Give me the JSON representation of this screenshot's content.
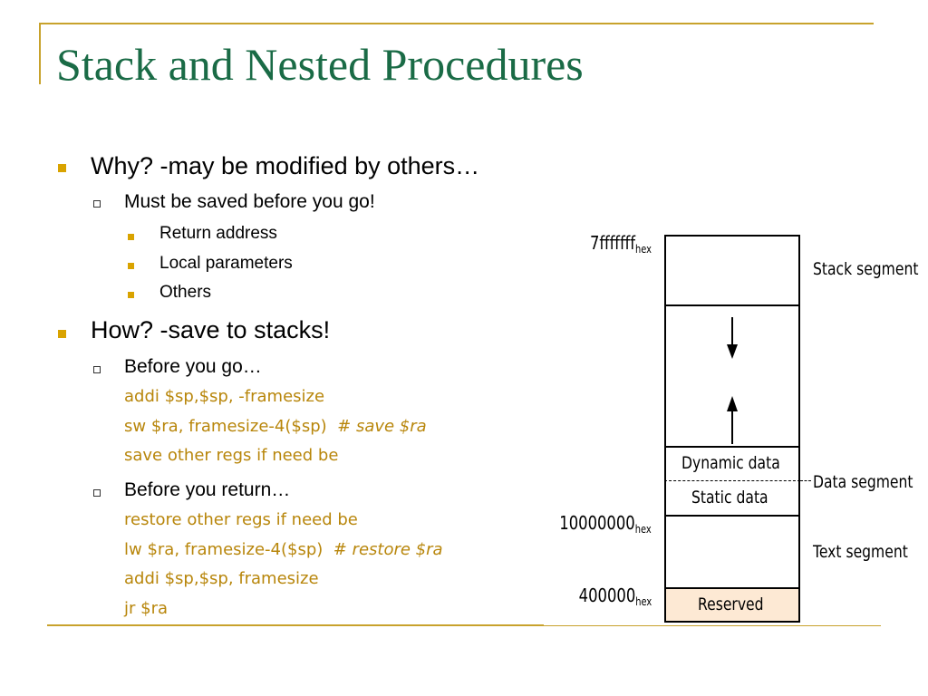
{
  "title": "Stack and Nested Procedures",
  "bullets": {
    "why": "Why? -may be modified by others…",
    "must_save": "Must be saved before you go!",
    "return_address": "Return address",
    "local_parameters": "Local parameters",
    "others": "Others",
    "how": "How? -save to stacks!",
    "before_go": "Before you go…",
    "code1_line1": "addi $sp,$sp, -framesize",
    "code1_line2": "sw $ra, framesize-4($sp)",
    "code1_line2_comment": "# save $ra",
    "code1_line3": "save other regs if need be",
    "before_return": "Before you return…",
    "code2_line1": "restore other regs if need be",
    "code2_line2": "lw $ra, framesize-4($sp)",
    "code2_line2_comment": "# restore $ra",
    "code2_line3": "addi $sp,$sp, framesize",
    "code2_line4": "jr $ra"
  },
  "diagram": {
    "addr_top": "7fffffff",
    "addr_data": "10000000",
    "addr_text": "400000",
    "hex_suffix": "hex",
    "stack_segment": "Stack segment",
    "dynamic_data": "Dynamic data",
    "static_data": "Static data",
    "data_segment": "Data segment",
    "text_segment": "Text segment",
    "reserved": "Reserved",
    "reserved_color": "#fde9d4"
  },
  "colors": {
    "title": "#1a6b46",
    "accent": "#c8a22c",
    "bullet": "#d9a300",
    "code": "#b8860b"
  }
}
